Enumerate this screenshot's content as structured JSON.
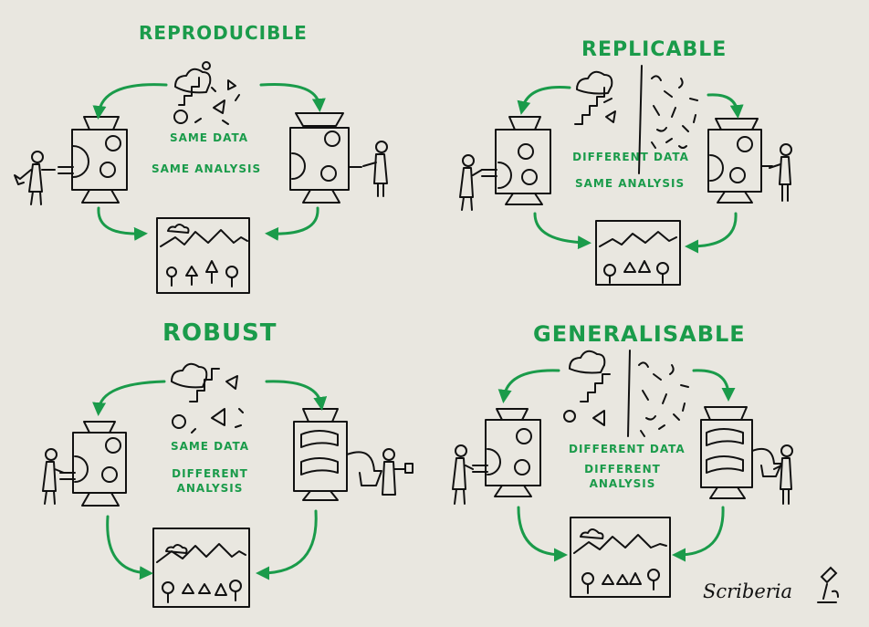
{
  "colors": {
    "background": "#e9e7e0",
    "accent": "#1a9b4a",
    "ink": "#111111"
  },
  "panels": [
    {
      "title": "REPRODUCIBLE",
      "data_label": "SAME DATA",
      "analysis_label": "SAME ANALYSIS"
    },
    {
      "title": "REPLICABLE",
      "data_label": "DIFFERENT DATA",
      "analysis_label": "SAME ANALYSIS"
    },
    {
      "title": "ROBUST",
      "data_label": "SAME DATA",
      "analysis_label": "DIFFERENT ANALYSIS"
    },
    {
      "title": "GENERALISABLE",
      "data_label": "DIFFERENT DATA",
      "analysis_label": "DIFFERENT ANALYSIS"
    }
  ],
  "brand": "Scriberia"
}
